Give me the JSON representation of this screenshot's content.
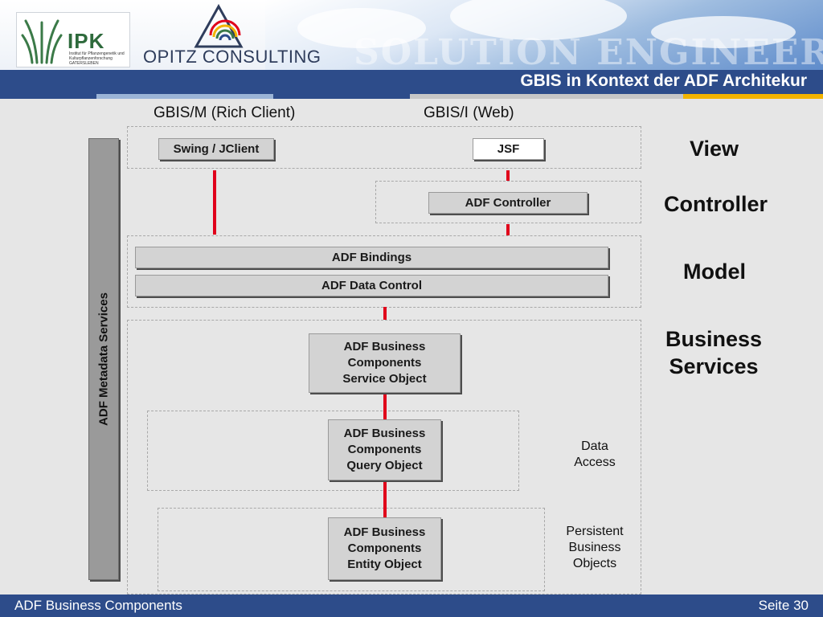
{
  "header": {
    "ipk_name": "IPK",
    "ipk_subtitle": "Institut für Pflanzengenetik und Kulturpflanzenforschung GATERSLEBEN",
    "company": "OPITZ CONSULTING",
    "watermark": "SOLUTION ENGINEERING",
    "title": "GBIS in Kontext der ADF Architekur"
  },
  "colors": {
    "title_bar": "#2d4c8a",
    "connector": "#e0001b",
    "accent_stripes": [
      "#2d4c8a",
      "#9bb4d6",
      "#2d4c8a",
      "#c7c7c7",
      "#f2b400"
    ]
  },
  "diagram": {
    "columns": {
      "rich_client": "GBIS/M (Rich Client)",
      "web": "GBIS/I (Web)"
    },
    "metadata_services": "ADF Metadata Services",
    "boxes": {
      "swing": "Swing / JClient",
      "jsf": "JSF",
      "controller": "ADF Controller",
      "bindings": "ADF Bindings",
      "data_control": "ADF Data Control",
      "service_object": [
        "ADF Business",
        "Components",
        "Service Object"
      ],
      "query_object": [
        "ADF Business",
        "Components",
        "Query Object"
      ],
      "entity_object": [
        "ADF Business",
        "Components",
        "Entity Object"
      ]
    },
    "layers": {
      "view": "View",
      "controller": "Controller",
      "model": "Model",
      "business_services": [
        "Business",
        "Services"
      ]
    },
    "data_access": [
      "Data",
      "Access"
    ],
    "persistent": [
      "Persistent",
      "Business",
      "Objects"
    ]
  },
  "footer": {
    "left": "ADF Business Components",
    "right": "Seite 30"
  }
}
